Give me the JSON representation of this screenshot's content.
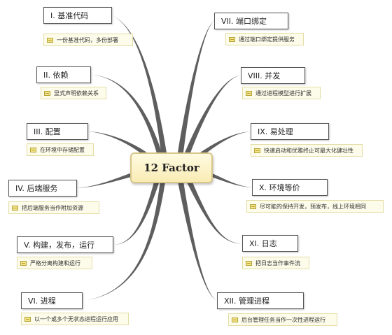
{
  "diagram": {
    "central": "12 Factor",
    "colors": {
      "branch": "#5e5e5e",
      "central_fill": "#f9ebb4",
      "central_border": "#d8c78a",
      "note_fill": "#fdfbe9",
      "note_border": "#e3dda6",
      "note_icon": "#f3e38a"
    },
    "left": [
      {
        "title": "I. 基准代码",
        "note": "一份基准代码，多份部署"
      },
      {
        "title": "II. 依赖",
        "note": "显式声明依赖关系"
      },
      {
        "title": "III. 配置",
        "note": "在环境中存储配置"
      },
      {
        "title": "IV. 后端服务",
        "note": "把后端服务当作附加资源"
      },
      {
        "title": "V. 构建，发布，运行",
        "note": "严格分离构建和运行"
      },
      {
        "title": "VI. 进程",
        "note": "以一个或多个无状态进程运行应用"
      }
    ],
    "right": [
      {
        "title": "VII. 端口绑定",
        "note": "通过端口绑定提供服务"
      },
      {
        "title": "VIII. 并发",
        "note": "通过进程模型进行扩展"
      },
      {
        "title": "IX. 易处理",
        "note": "快速启动和优雅终止可最大化健壮性"
      },
      {
        "title": "X. 环境等价",
        "note": "尽可能的保持开发，预发布，线上环境相同"
      },
      {
        "title": "XI. 日志",
        "note": "把日志当作事件流"
      },
      {
        "title": "XII. 管理进程",
        "note": "后台管理任务当作一次性进程运行"
      }
    ]
  }
}
